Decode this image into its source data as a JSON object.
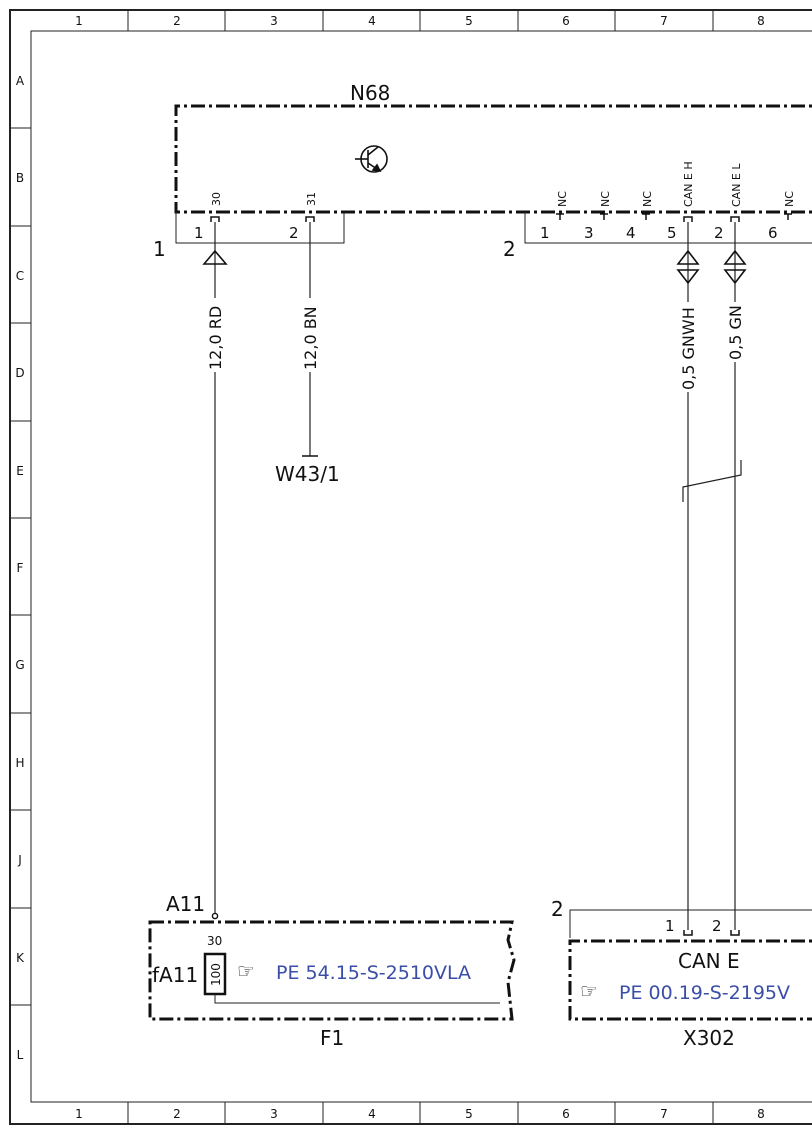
{
  "grid": {
    "columns": [
      "1",
      "2",
      "3",
      "4",
      "5",
      "6",
      "7",
      "8"
    ],
    "rows": [
      "A",
      "B",
      "C",
      "D",
      "E",
      "F",
      "G",
      "H",
      "J",
      "K",
      "L"
    ]
  },
  "component_top": {
    "name": "N68",
    "connector_left": "1",
    "connector_right": "2",
    "left_pins": [
      {
        "num": "1",
        "tag": "30"
      },
      {
        "num": "2",
        "tag": "31"
      }
    ],
    "right_pins": [
      {
        "num": "1",
        "tag": "NC"
      },
      {
        "num": "3",
        "tag": "NC"
      },
      {
        "num": "4",
        "tag": "NC"
      },
      {
        "num": "5",
        "tag": "CAN E H"
      },
      {
        "num": "2",
        "tag": "CAN E L"
      },
      {
        "num": "6",
        "tag": "NC"
      }
    ]
  },
  "wires": {
    "w1": "12,0 RD",
    "w2": "12,0 BN",
    "w3": "0,5 GNWH",
    "w4": "0,5 GN"
  },
  "ground": "W43/1",
  "fuse": {
    "node": "A11",
    "pin": "30",
    "fuse_name": "fA11",
    "rating": "100",
    "ref": "PE 54.15-S-2510VLA",
    "component": "F1",
    "ref_icon": "pointing-hand-icon"
  },
  "can": {
    "connector": "2",
    "pin1": "1",
    "pin2": "2",
    "title": "CAN E",
    "ref": "PE 00.19-S-2195V",
    "component": "X302",
    "ref_icon": "pointing-hand-icon"
  }
}
